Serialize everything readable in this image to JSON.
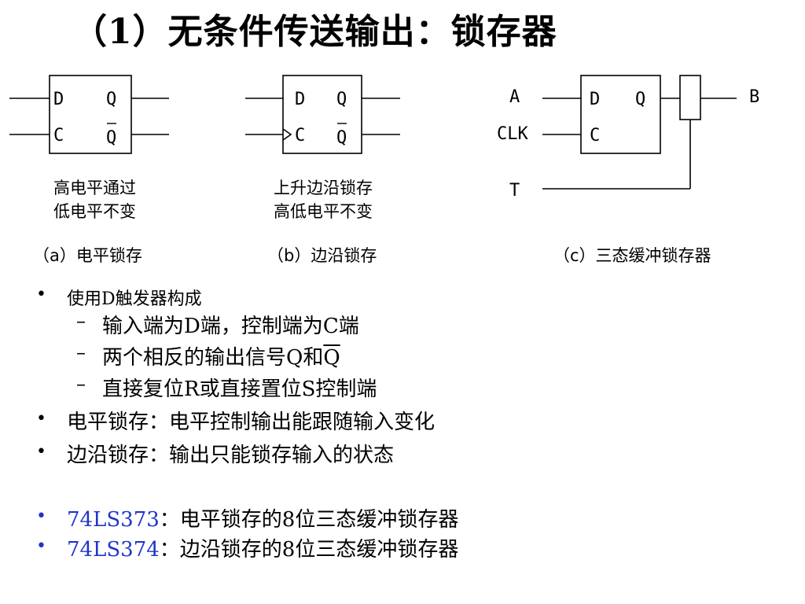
{
  "title": "（1）无条件传送输出：锁存器",
  "diagram": {
    "d_pin": "D",
    "c_pin": "C",
    "q_pin": "Q",
    "a": {
      "note_line1": "高电平通过",
      "note_line2": "低电平不变",
      "caption": "（a）电平锁存"
    },
    "b": {
      "note_line1": "上升边沿锁存",
      "note_line2": "高低电平不变",
      "caption": "（b）边沿锁存"
    },
    "c": {
      "input_a": "A",
      "input_clk": "CLK",
      "input_t": "T",
      "output_b": "B",
      "caption": "（c）三态缓冲锁存器"
    }
  },
  "bullets": {
    "b1": "使用D触发器构成",
    "b1_1": "输入端为D端，控制端为C端",
    "b1_2_prefix": "两个相反的输出信号Q和",
    "b1_2_qbar": "Q",
    "b1_3": "直接复位R或直接置位S控制端",
    "b2": "电平锁存：电平控制输出能跟随输入变化",
    "b3": "边沿锁存：输出只能锁存输入的状态",
    "b4_part": "74LS373",
    "b4_rest": "：电平锁存的8位三态缓冲锁存器",
    "b5_part": "74LS374",
    "b5_rest": "：边沿锁存的8位三态缓冲锁存器"
  },
  "colors": {
    "text": "#000000",
    "accent_blue": "#1f35c8",
    "line": "#000000"
  }
}
